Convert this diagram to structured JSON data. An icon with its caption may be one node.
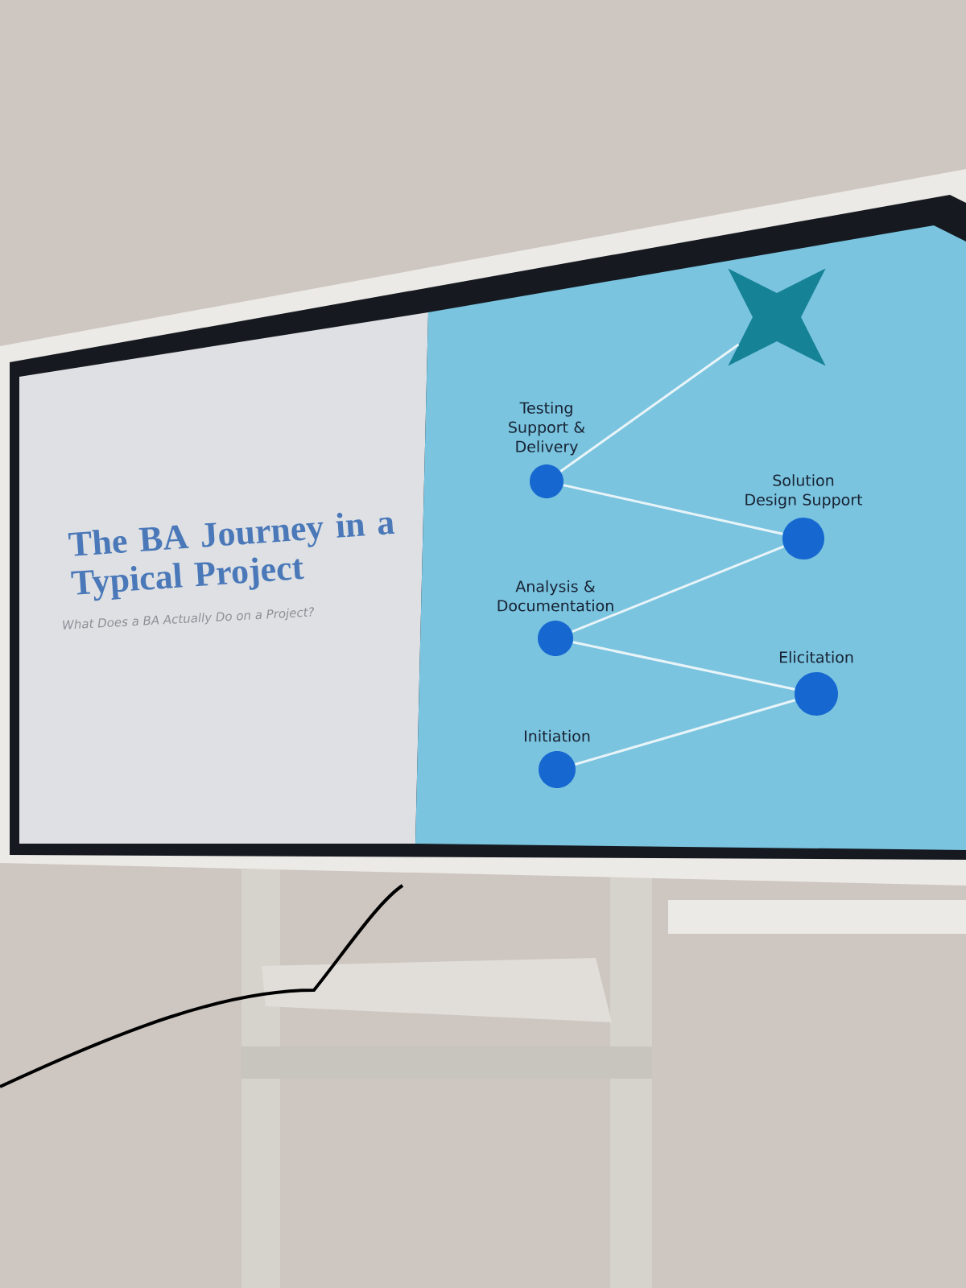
{
  "diagram": {
    "title": "The BA Journey in a Typical Project",
    "nodes": [
      {
        "text": [
          "Initiation"
        ]
      },
      {
        "text": [
          "Elicitation"
        ]
      },
      {
        "text": [
          "Analysis & Documentation"
        ]
      },
      {
        "text": [
          "Solution Design Support"
        ]
      },
      {
        "text": [
          "Testing Support & Delivery"
        ]
      },
      {
        "text": [],
        "shape": "star"
      }
    ],
    "edges": [
      {
        "from": 0,
        "to": 1,
        "arrow": "none"
      },
      {
        "from": 1,
        "to": 2,
        "arrow": "none"
      },
      {
        "from": 2,
        "to": 3,
        "arrow": "none"
      },
      {
        "from": 3,
        "to": 4,
        "arrow": "none"
      },
      {
        "from": 4,
        "to": 5,
        "arrow": "none"
      }
    ],
    "labels": [
      "What Does a BA Actually Do on a Project?"
    ]
  }
}
